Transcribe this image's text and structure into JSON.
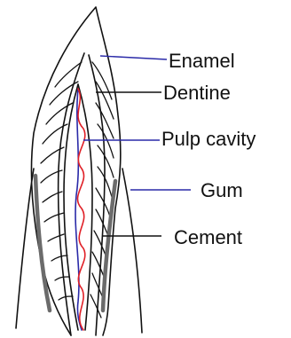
{
  "colors": {
    "line": "#111111",
    "vein_blue": "#2a2aa8",
    "artery_red": "#e01f26",
    "cement_gray": "#6b6b6b",
    "leader_enamel": "#2a2aa8",
    "leader_dentine": "#111111",
    "leader_pulp": "#2a2aa8",
    "leader_gum": "#2a2aa8",
    "leader_cement": "#111111"
  },
  "labels": {
    "enamel": "Enamel",
    "dentine": "Dentine",
    "pulp_cavity": "Pulp cavity",
    "gum": "Gum",
    "cement": "Cement"
  }
}
